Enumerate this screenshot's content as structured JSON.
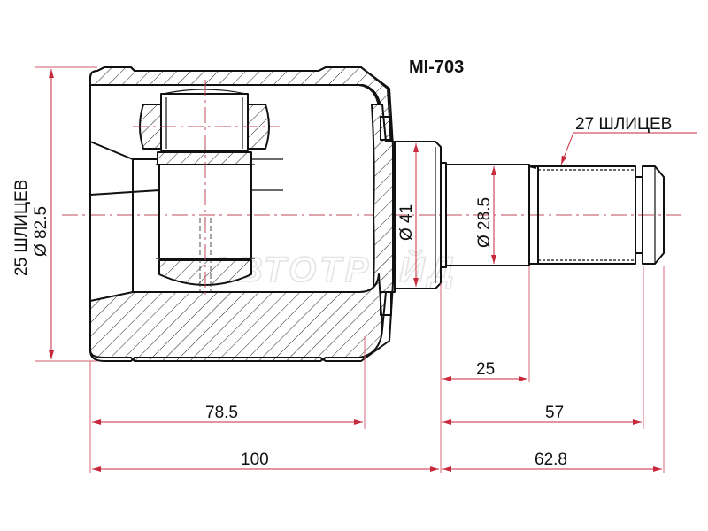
{
  "title": {
    "part_number": "MI-703"
  },
  "labels": {
    "inner_splines": "25 ШЛИЦЕВ",
    "outer_splines": "27 ШЛИЦЕВ",
    "watermark": "АВТОТРЕЙД"
  },
  "dimensions": {
    "housing_diameter": "Ø 82.5",
    "flange_diameter": "Ø 41",
    "shaft_diameter": "Ø 28.5",
    "shaft_shoulder_length": "25",
    "housing_depth": "78.5",
    "shaft_length": "57",
    "housing_length": "100",
    "stub_length": "62.8"
  },
  "colors": {
    "outline": "#111111",
    "dimension": "#c8283c",
    "centerline": "#c0485a",
    "watermark": "#e4e4e4"
  }
}
